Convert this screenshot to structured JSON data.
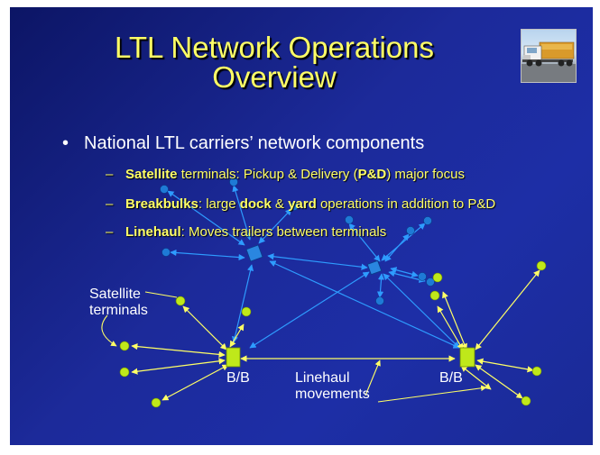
{
  "slide": {
    "title_line1": "LTL Network Operations",
    "title_line2": "Overview",
    "truck_image": "truck-photo-icon",
    "bullet": {
      "marker": "•",
      "text": "National LTL carriers’ network components"
    },
    "subbullets": [
      {
        "dash": "–",
        "bold": "Satellite",
        "text_a": " terminals: Pickup & Delivery (",
        "bold2": "P&D",
        "text_b": ") major focus"
      },
      {
        "dash": "–",
        "bold": "Breakbulks",
        "text_a": ": large ",
        "bold2": "dock",
        "text_b": " & ",
        "bold3": "yard",
        "text_c": " operations in addition to P&D"
      },
      {
        "dash": "–",
        "bold": "Linehaul",
        "text_a": ": Moves trailers between terminals"
      }
    ]
  },
  "diagram": {
    "label_satellite_1": "Satellite",
    "label_satellite_2": "terminals",
    "label_bb_left": "B/B",
    "label_bb_right": "B/B",
    "label_linehaul_1": "Linehaul",
    "label_linehaul_2": "movements",
    "colors": {
      "background": "#1c2a9a",
      "title": "#ffff66",
      "node_yellow": "#bfe81a",
      "arrow_yellow": "#ffff66",
      "node_blue": "#1e7ad6",
      "arrow_blue": "#2e9cff",
      "label_white": "#ffffff"
    }
  }
}
